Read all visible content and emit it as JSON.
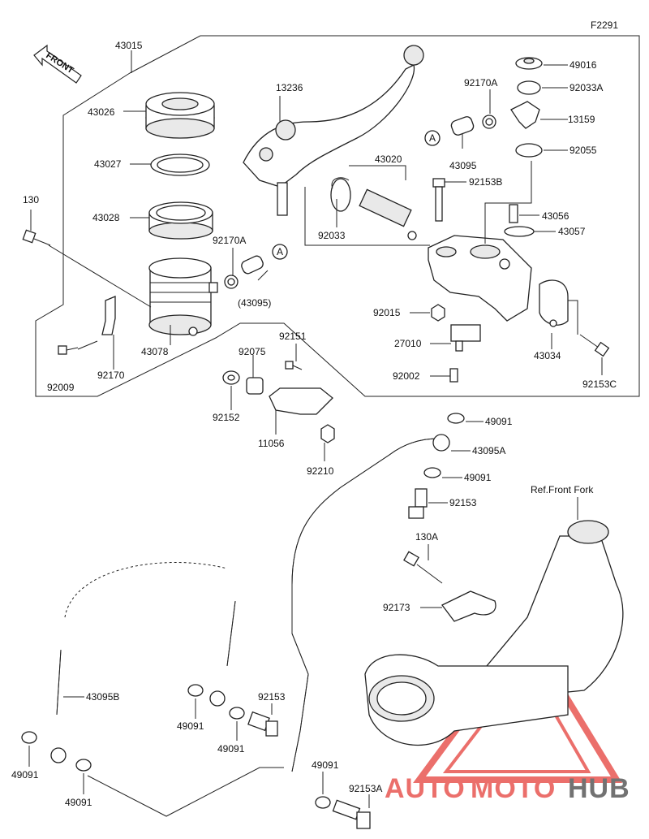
{
  "diagram_code": "F2291",
  "front_label": "FRONT",
  "reference_label": "Ref.Front Fork",
  "watermark": {
    "part1": "AUTO",
    "part2": "MOTO",
    "part3": "HUB",
    "accent": "#e5403a",
    "dark": "#444444"
  },
  "part_numbers": {
    "p43015": "43015",
    "p43026": "43026",
    "p43027": "43027",
    "p43028": "43028",
    "p130": "130",
    "p92170A_l": "92170A",
    "p43095_ref": "(43095)",
    "p43078": "43078",
    "p92009": "92009",
    "p92170": "92170",
    "p13236": "13236",
    "p43020": "43020",
    "p92033": "92033",
    "p92170A_r": "92170A",
    "p92033A": "92033A",
    "p43095": "43095",
    "p13159": "13159",
    "p92055": "92055",
    "p43016": "49016",
    "p92153B": "92153B",
    "p43056": "43056",
    "p43057": "43057",
    "p92015": "92015",
    "p27010": "27010",
    "p92002": "92002",
    "p43034": "43034",
    "p92153C": "92153C",
    "p92151": "92151",
    "p92075": "92075",
    "p92152": "92152",
    "p11056": "11056",
    "p92210": "92210",
    "p49091_a": "49091",
    "p43095A": "43095A",
    "p49091_b": "49091",
    "p92153_a": "92153",
    "p130A": "130A",
    "p92173": "92173",
    "p43095B": "43095B",
    "p49091_c": "49091",
    "p49091_d": "49091",
    "p49091_e": "49091",
    "p92153_b": "92153",
    "p49091_f": "49091",
    "p49091_g": "49091",
    "p92153A": "92153A"
  },
  "ref_marks": {
    "a1": "A",
    "a2": "A"
  }
}
